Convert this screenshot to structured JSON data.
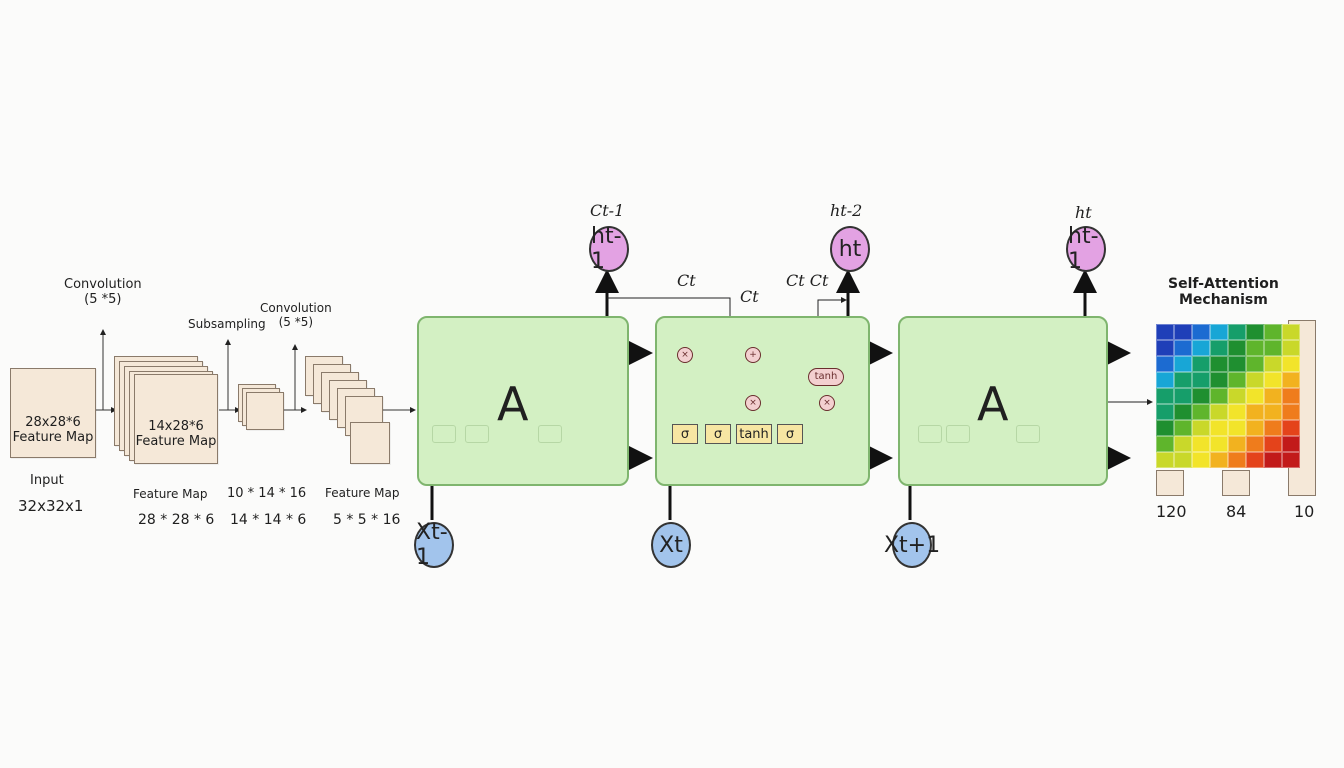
{
  "cnn": {
    "input_map": "28x28*6\nFeature Map",
    "input_label": "Input",
    "input_size": "32x32x1",
    "conv1_label": "Convolution\n(5 *5)",
    "map2": "14x28*6\nFeature Map",
    "map2_caption": "Feature Map",
    "map2_size": "28 * 28 * 6",
    "subsampling_label": "Subsampling",
    "sub_size_a": "10 * 14 * 16",
    "sub_size_b": "14 * 14 * 6",
    "conv2_label": "Convolution\n(5 *5)",
    "map4_caption": "Feature Map",
    "map4_size": "5 * 5 * 16"
  },
  "lstm": {
    "cell_left_label": "A",
    "cell_right_label": "A",
    "top_labels": {
      "c_prev": "Ct-1",
      "h_mid": "ht-2",
      "h_right": "ht"
    },
    "inner_labels": {
      "c1": "Ct",
      "c2": "Ct",
      "c3": "Ct Ct"
    },
    "h_nodes": {
      "left": "ht-1",
      "mid": "ht",
      "right": "ht-1"
    },
    "x_nodes": {
      "left": "Xt-1",
      "mid": "Xt",
      "right": "Xt+1"
    },
    "gates": [
      "σ",
      "σ",
      "tanh",
      "σ"
    ],
    "tanh_op": "tanh"
  },
  "attention": {
    "title": "Self-Attention\nMechanism",
    "outputs": [
      "120",
      "84",
      "10"
    ]
  },
  "colors": {
    "cell_fill": "#d3f0c3",
    "cell_border": "#7fb56e",
    "h_node": "#e3a2e3",
    "x_node": "#a2c4ec",
    "gate": "#f7e6a3",
    "feature_map": "#f5e8d8"
  }
}
